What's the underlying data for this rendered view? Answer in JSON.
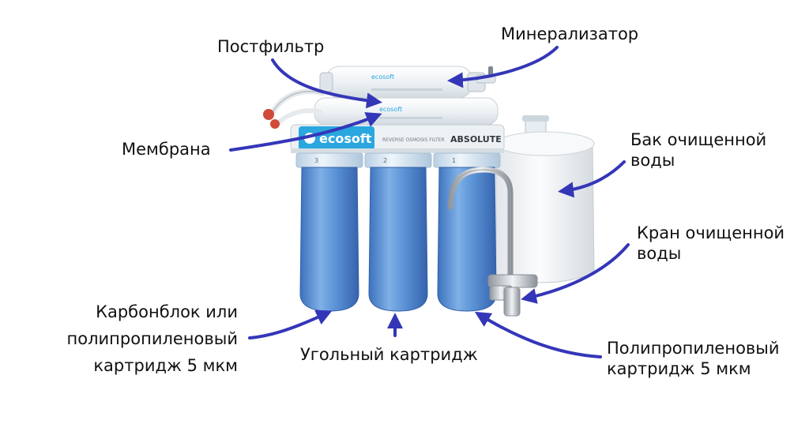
{
  "colors": {
    "arrow": "#3436b8",
    "housing": "#5b93d6",
    "housing_dark": "#3f74bf",
    "cap": "#d7e6f2",
    "membrane": "#f2f6f8",
    "tank": "#f4f6f7",
    "chrome": "#c9ced3",
    "brand_blue": "#2aa7df"
  },
  "labels": {
    "postfilter": "Постфильтр",
    "mineralizer": "Минерализатор",
    "membrane": "Мембрана",
    "tank_line1": "Бак очищенной",
    "tank_line2": "воды",
    "faucet_line1": "Кран очищенной",
    "faucet_line2": "воды",
    "carbon_block_line1": "Карбонблок или",
    "carbon_block_line2": "полипропиленовый",
    "carbon_block_line3": "картридж 5 мкм",
    "coal_cartridge": "Угольный картридж",
    "pp_line1": "Полипропиленовый",
    "pp_line2": "картридж 5 мкм"
  },
  "product": {
    "brand": "ecosoft",
    "model": "ABSOLUTE",
    "subtitle": "REVERSE OSMOSIS FILTER",
    "stage_numbers": [
      "3",
      "2",
      "1"
    ]
  }
}
